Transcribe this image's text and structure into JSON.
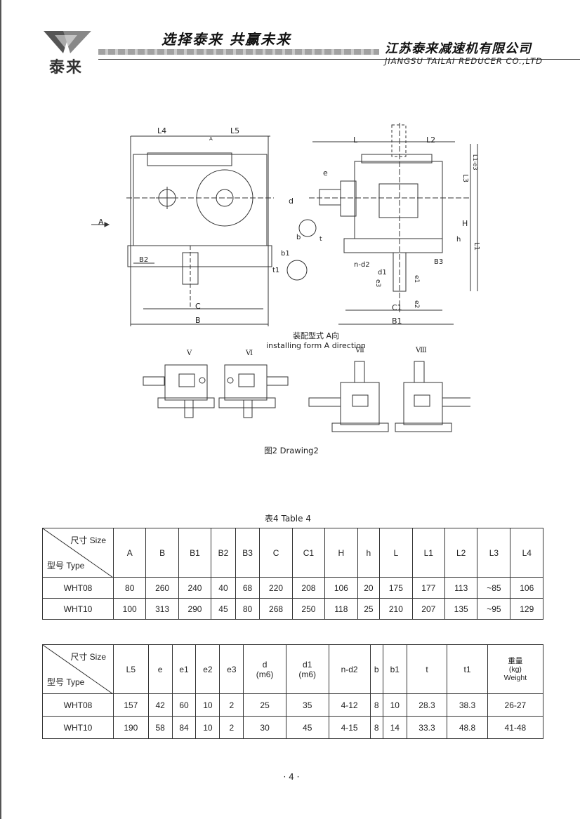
{
  "header": {
    "logo_text": "泰来",
    "slogan": "选择泰来   共赢未来",
    "company_cn": "江苏泰来减速机有限公司",
    "company_en": "JIANGSU TAILAI REDUCER CO.,LTD"
  },
  "drawing": {
    "dim_labels": [
      "L4",
      "L5",
      "A",
      "L",
      "L2",
      "L3",
      "L1-e3",
      "e",
      "d",
      "H",
      "h",
      "L1",
      "b",
      "t",
      "b1",
      "t1",
      "B2",
      "B3",
      "n-d2",
      "d1",
      "e1",
      "e3",
      "e2",
      "C",
      "C1",
      "B",
      "B1"
    ],
    "view_marker": "A",
    "installing_cn": "装配型式  A向",
    "installing_en": "installing form A direction",
    "forms": [
      "Ⅴ",
      "Ⅵ",
      "Ⅶ",
      "Ⅷ"
    ],
    "caption": "图2  Drawing2"
  },
  "table_caption": "表4   Table  4",
  "table1": {
    "size_label": "尺寸 Size",
    "type_label": "型号 Type",
    "columns": [
      "A",
      "B",
      "B1",
      "B2",
      "B3",
      "C",
      "C1",
      "H",
      "h",
      "L",
      "L1",
      "L2",
      "L3",
      "L4"
    ],
    "rows": [
      {
        "model": "WHT08",
        "values": [
          "80",
          "260",
          "240",
          "40",
          "68",
          "220",
          "208",
          "106",
          "20",
          "175",
          "177",
          "113",
          "~85",
          "106"
        ]
      },
      {
        "model": "WHT10",
        "values": [
          "100",
          "313",
          "290",
          "45",
          "80",
          "268",
          "250",
          "118",
          "25",
          "210",
          "207",
          "135",
          "~95",
          "129"
        ]
      }
    ]
  },
  "table2": {
    "size_label": "尺寸 Size",
    "type_label": "型号 Type",
    "columns": [
      "L5",
      "e",
      "e1",
      "e2",
      "e3",
      "d\n(m6)",
      "d1\n(m6)",
      "n-d2",
      "b",
      "b1",
      "t",
      "t1",
      "重量\n(kg)\nWeight"
    ],
    "rows": [
      {
        "model": "WHT08",
        "values": [
          "157",
          "42",
          "60",
          "10",
          "2",
          "25",
          "35",
          "4-12",
          "8",
          "10",
          "28.3",
          "38.3",
          "26-27"
        ]
      },
      {
        "model": "WHT10",
        "values": [
          "190",
          "58",
          "84",
          "10",
          "2",
          "30",
          "45",
          "4-15",
          "8",
          "14",
          "33.3",
          "48.8",
          "41-48"
        ]
      }
    ]
  },
  "page_number": "· 4 ·"
}
